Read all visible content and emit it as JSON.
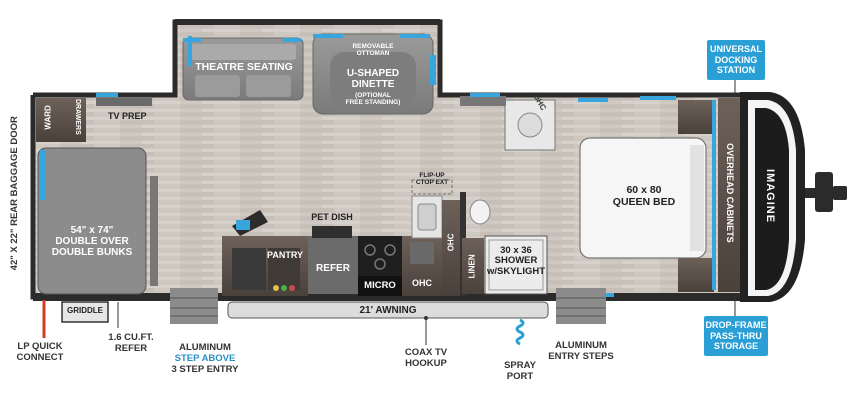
{
  "rooms": {
    "theatre_seating": "THEATRE SEATING",
    "removable_ottoman": [
      "REMOVABLE",
      "OTTOMAN"
    ],
    "dinette": [
      "U-SHAPED",
      "DINETTE"
    ],
    "dinette_note": [
      "(OPTIONAL",
      "FREE STANDING)"
    ],
    "ohc_top": "OHC",
    "ward": "WARD",
    "drawers": "DRAWERS",
    "tv_prep": "TV PREP",
    "bunks": [
      "54\" x 74\"",
      "DOUBLE OVER",
      "DOUBLE BUNKS"
    ],
    "rear_door": "42\" X 22\" REAR BAGGAGE DOOR",
    "pet_dish": "PET DISH",
    "pantry": "PANTRY",
    "refer": "REFER",
    "micro": "MICRO",
    "ohc_kitchen": "OHC",
    "ohc_side": "OHC",
    "flip_up": [
      "FLIP-UP",
      "CTOP EXT"
    ],
    "linen": "LINEN",
    "shower": [
      "30 x 36",
      "SHOWER",
      "w/SKYLIGHT"
    ],
    "bed": [
      "60 x 80",
      "QUEEN BED"
    ],
    "overhead_cabinets": "OVERHEAD CABINETS",
    "brand": "IMAGINE",
    "awning": "21' AWNING",
    "griddle": "GRIDDLE"
  },
  "callouts": {
    "lp_quick_connect": [
      "LP QUICK",
      "CONNECT"
    ],
    "refer_size": [
      "1.6 CU.FT.",
      "REFER"
    ],
    "step_entry": [
      "ALUMINUM",
      "STEP ABOVE",
      "3 STEP ENTRY"
    ],
    "coax": [
      "COAX TV",
      "HOOKUP"
    ],
    "spray_port": [
      "SPRAY",
      "PORT"
    ],
    "entry_steps": [
      "ALUMINUM",
      "ENTRY STEPS"
    ],
    "docking_station": [
      "UNIVERSAL",
      "DOCKING",
      "STATION"
    ],
    "pass_thru": [
      "DROP-FRAME",
      "PASS-THRU",
      "STORAGE"
    ]
  },
  "colors": {
    "floor": "#c9c3bc",
    "wall": "#2b2b2b",
    "accent_blue": "#2a9fd6",
    "cabinet": "#5a4f47",
    "furniture": "#8e8e8e"
  }
}
